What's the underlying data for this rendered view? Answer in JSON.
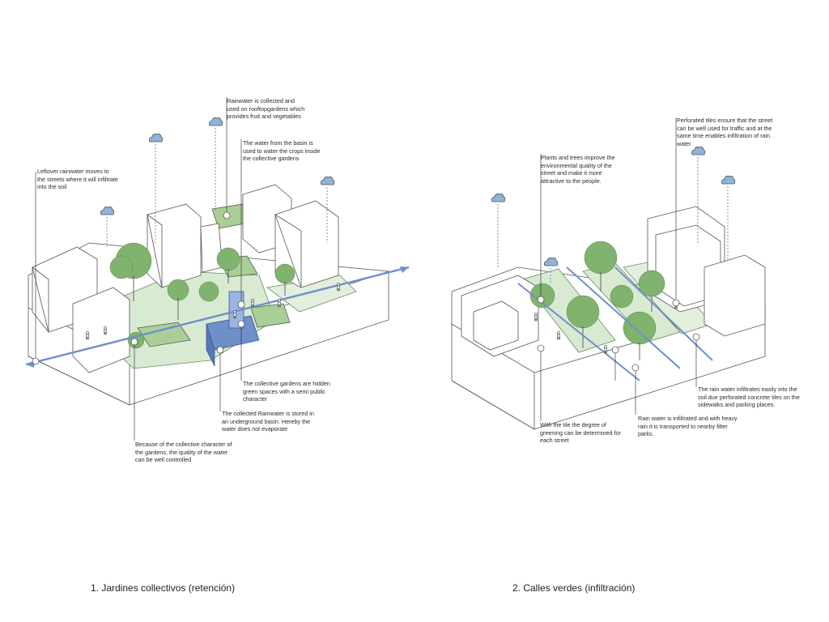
{
  "diagram1": {
    "caption": "1. Jardines collectivos (retención)",
    "annotations": {
      "rooftop": "Rainwater is collected and used on rooftopgardens which provides fruit and vegetables",
      "basin_crops": "The water from the basin is used to water the crops inside the collective gardens",
      "leftover": "Leftover rainwater moves to the streets where it will infiltrate into the soil",
      "hidden_gardens": "The collective gardens are hidden green spaces with a semi public character",
      "underground": "The collected Rainwater is stored in an underground basin. Hereby the water does not evaporate",
      "quality": "Because of the collective character of the gardens, the quality of the water can be well controlled"
    }
  },
  "diagram2": {
    "caption": "2. Calles verdes (infiltración)",
    "annotations": {
      "perforated": "Perforated tiles ensure that the street can be well used for traffic  and at the same time enables infiltration of rain water",
      "plants": "Plants and trees improve the environmental quality of the street and make it more attractive to the people.",
      "infiltrates": "The rain water infiltrates easily into the soil due perforated concrete tiles on the sidewalks and parking places.",
      "filter_parks": "Rain water is infiltrated and with heavy rain it is transported to nearby filter parks.",
      "tile_degree": "With the tile the degree of greening can be determined for each street"
    }
  },
  "colors": {
    "line": "#555555",
    "green_light": "#d8ead2",
    "green_mid": "#a9cf97",
    "tree": "#7fb36e",
    "water": "#6f8fc9",
    "cloud": "#8fb3d9"
  },
  "icons": [
    "cloud-icon",
    "tree-icon",
    "person-icon",
    "water-arrow-icon"
  ]
}
